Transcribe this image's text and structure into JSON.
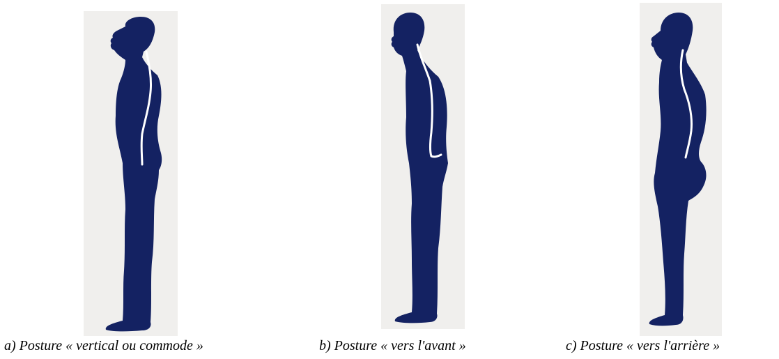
{
  "figures": [
    {
      "id": "a",
      "caption": "a) Posture « vertical ou commode »"
    },
    {
      "id": "b",
      "caption": "b) Posture « vers l'avant »"
    },
    {
      "id": "c",
      "caption": "c) Posture « vers l'arrière »"
    }
  ],
  "colors": {
    "silhouette": "#142262",
    "spine": "#ffffff",
    "panel_background": "#f0efed"
  },
  "icons": [
    "standing-silhouette-icon",
    "spine-curve-icon"
  ]
}
